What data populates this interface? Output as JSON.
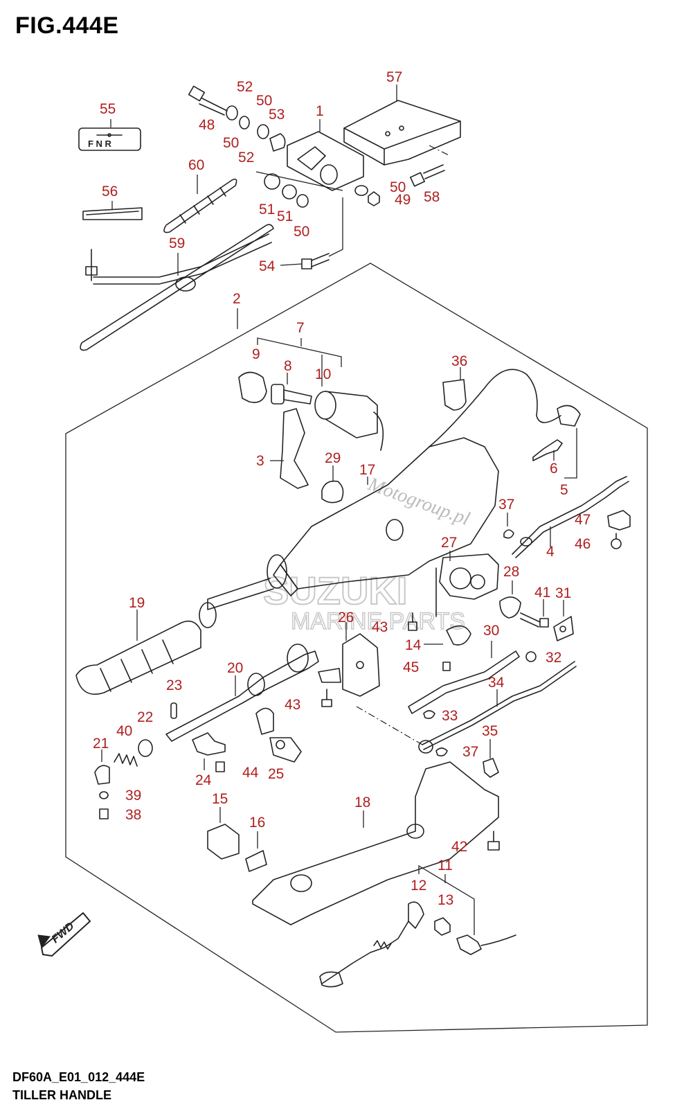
{
  "figure": {
    "title": "FIG.444E",
    "code": "DF60A_E01_012_444E",
    "name": "TILLER HANDLE",
    "fwd_label": "FWD"
  },
  "watermarks": {
    "motogroup": "Motogroup.pl",
    "suzuki": "SUZUKI",
    "marine_parts": "MARINE PARTS"
  },
  "label_55": "F N R",
  "colors": {
    "callout": "#b01e1e",
    "line": "#222222"
  },
  "callouts": [
    "1",
    "2",
    "3",
    "4",
    "5",
    "6",
    "7",
    "8",
    "9",
    "10",
    "11",
    "12",
    "13",
    "14",
    "15",
    "16",
    "17",
    "18",
    "19",
    "20",
    "21",
    "22",
    "23",
    "24",
    "25",
    "26",
    "27",
    "28",
    "29",
    "30",
    "31",
    "32",
    "33",
    "34",
    "35",
    "36",
    "37",
    "37",
    "38",
    "39",
    "40",
    "41",
    "42",
    "43",
    "43",
    "44",
    "45",
    "46",
    "47",
    "48",
    "49",
    "50",
    "50",
    "50",
    "50",
    "51",
    "51",
    "52",
    "52",
    "53",
    "54",
    "55",
    "56",
    "57",
    "58",
    "59",
    "60"
  ]
}
